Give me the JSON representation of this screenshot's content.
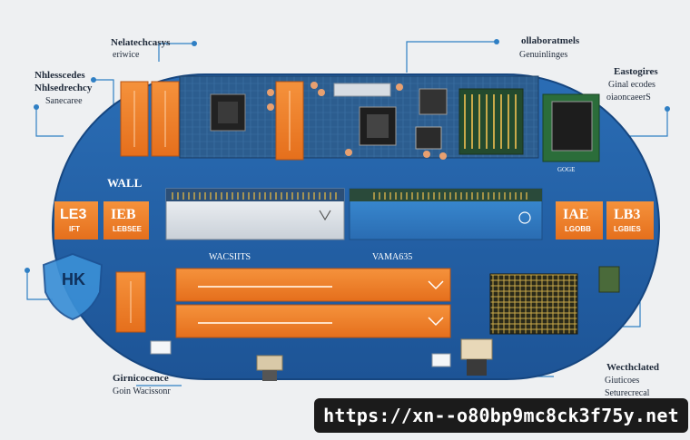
{
  "labels": {
    "top_center_1": "Nelatechcasys",
    "top_center_2": "eriwice",
    "top_left_1": "Nhlesscedes",
    "top_left_2": "Nhlsedrechcy",
    "top_left_3": "Sanecaree",
    "top_right_center_1": "ollaboratmels",
    "top_right_center_2": "Genuinlinges",
    "top_far_right_1": "Eastogires",
    "top_far_right_2": "Ginal ecodes",
    "top_far_right_3": "oiaoncaeerS",
    "left_card_big": "LE3",
    "left_card_small": "IFT",
    "center_left_card_big": "IEB",
    "center_left_card_small": "LEBSEE",
    "wall_label": "WALL",
    "was_label": "WACSIITS",
    "vama_label": "VAMA635",
    "right_card_a_big": "IAE",
    "right_card_a_small": "LGOBB",
    "right_card_b_big": "LB3",
    "right_card_b_small": "LGBIES",
    "shield_text": "HK",
    "bottom_left_1": "Girnicocence",
    "bottom_left_2": "Goin Wacissonr",
    "bottom_right_1": "Wecthclated",
    "bottom_right_2": "Giuticoes",
    "bottom_right_3": "Seturecrecal",
    "small_chip_label": "GOGE"
  },
  "overlay": {
    "url": "https://xn--o80bp9mc8ck3f75y.net"
  },
  "colors": {
    "platform_blue": "#1f5fa6",
    "platform_dark": "#1a4a86",
    "orange": "#f07d28",
    "pcb_blue": "#2c5d8f",
    "line_blue": "#2f7fc4",
    "background": "#eef0f2"
  }
}
